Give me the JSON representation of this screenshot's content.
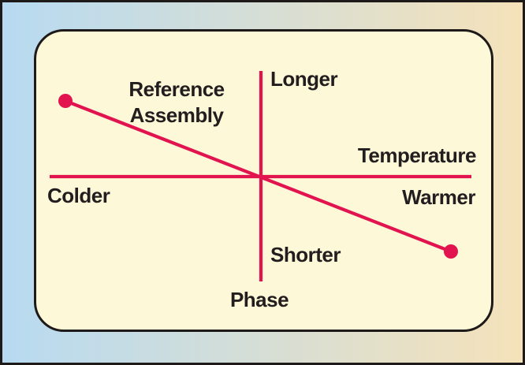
{
  "colors": {
    "accent": "#e21450",
    "panel_fill": "#fdf8d8",
    "panel_border": "#1d1a19",
    "background_left": "#b7daf1",
    "background_right": "#f5e2ba",
    "text": "#221d1e"
  },
  "diagram": {
    "reference_line_label": "Reference\nAssembly",
    "y_axis": {
      "title": "Phase",
      "positive_label": "Longer",
      "negative_label": "Shorter"
    },
    "x_axis": {
      "title": "Temperature",
      "negative_label": "Colder",
      "positive_label": "Warmer"
    }
  }
}
